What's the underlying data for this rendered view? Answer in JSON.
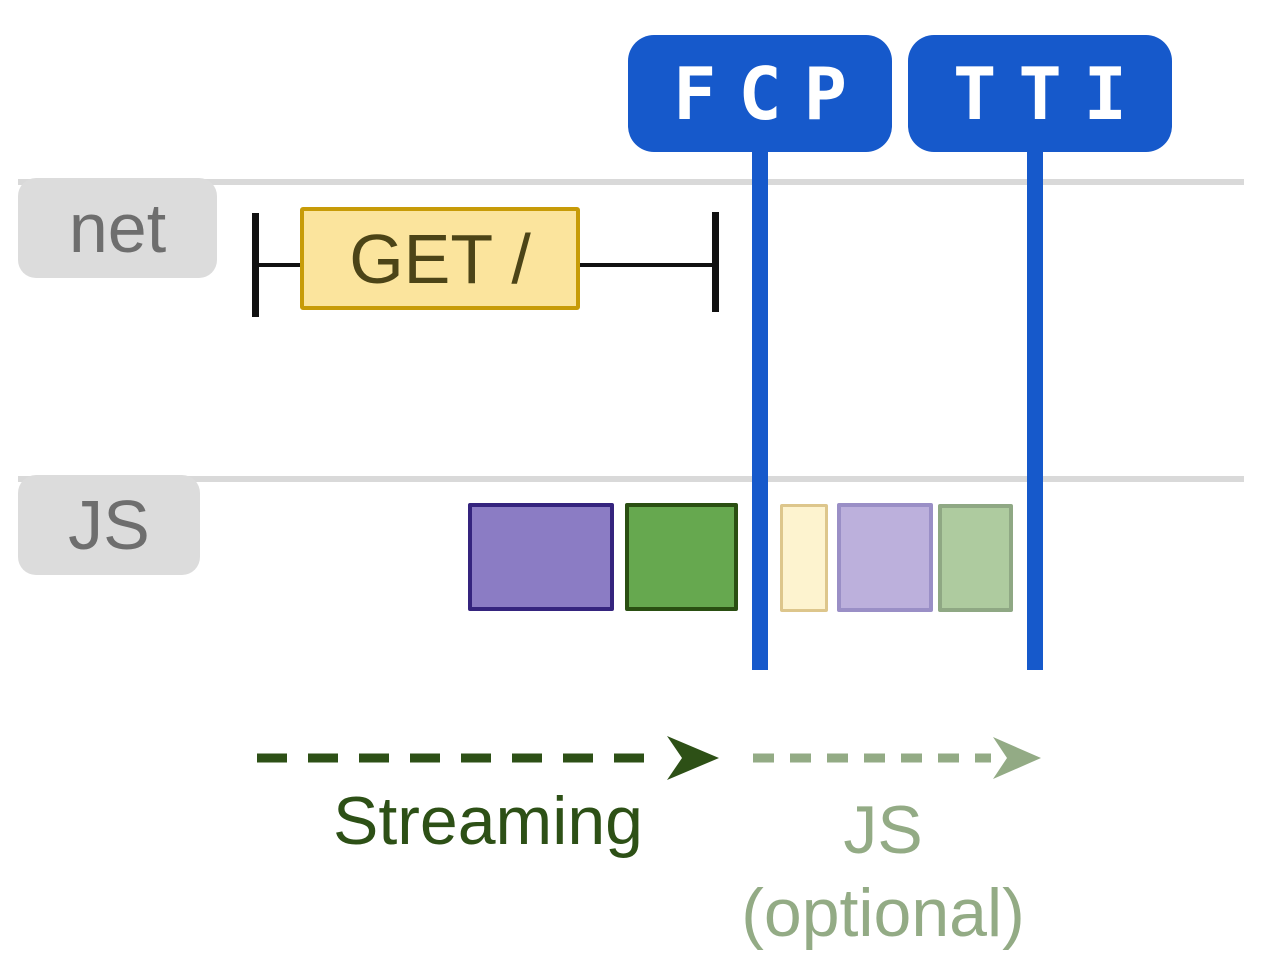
{
  "colors": {
    "accent-blue": "#1659cb",
    "badge-text": "#ffffff",
    "lane-line": "#d9d9d9",
    "lane-label-bg": "#dcdcdc",
    "lane-label-text": "#6e6e6e",
    "whisker": "#111111",
    "get-box-fill": "#fbe49d",
    "get-box-border": "#c79b08",
    "get-box-text": "#4c4417",
    "block-purple-fill": "#8b7cc4",
    "block-purple-border": "#35247e",
    "block-green-fill": "#66a84f",
    "block-green-border": "#2a4f12",
    "block-yellow-pale-fill": "#fdf3cf",
    "block-yellow-pale-border": "#ddc68c",
    "block-purple-pale-fill": "#bcb0dc",
    "block-purple-pale-border": "#9a8fc6",
    "block-green-pale-fill": "#aecb9f",
    "block-green-pale-border": "#8fa884",
    "streaming-green": "#2d5016",
    "optional-sage": "#93ab85"
  },
  "lanes": [
    {
      "label": "net"
    },
    {
      "label": "JS"
    }
  ],
  "markers": [
    {
      "label": "FCP"
    },
    {
      "label": "TTI"
    }
  ],
  "network_request": {
    "label": "GET /"
  },
  "js_tasks": {
    "before_fcp": [
      "purple-task",
      "green-task"
    ],
    "after_fcp_optional": [
      "pale-yellow-task",
      "pale-purple-task",
      "pale-green-task"
    ]
  },
  "phases": {
    "streaming_label": "Streaming",
    "optional_line1": "JS",
    "optional_line2": "(optional)"
  }
}
